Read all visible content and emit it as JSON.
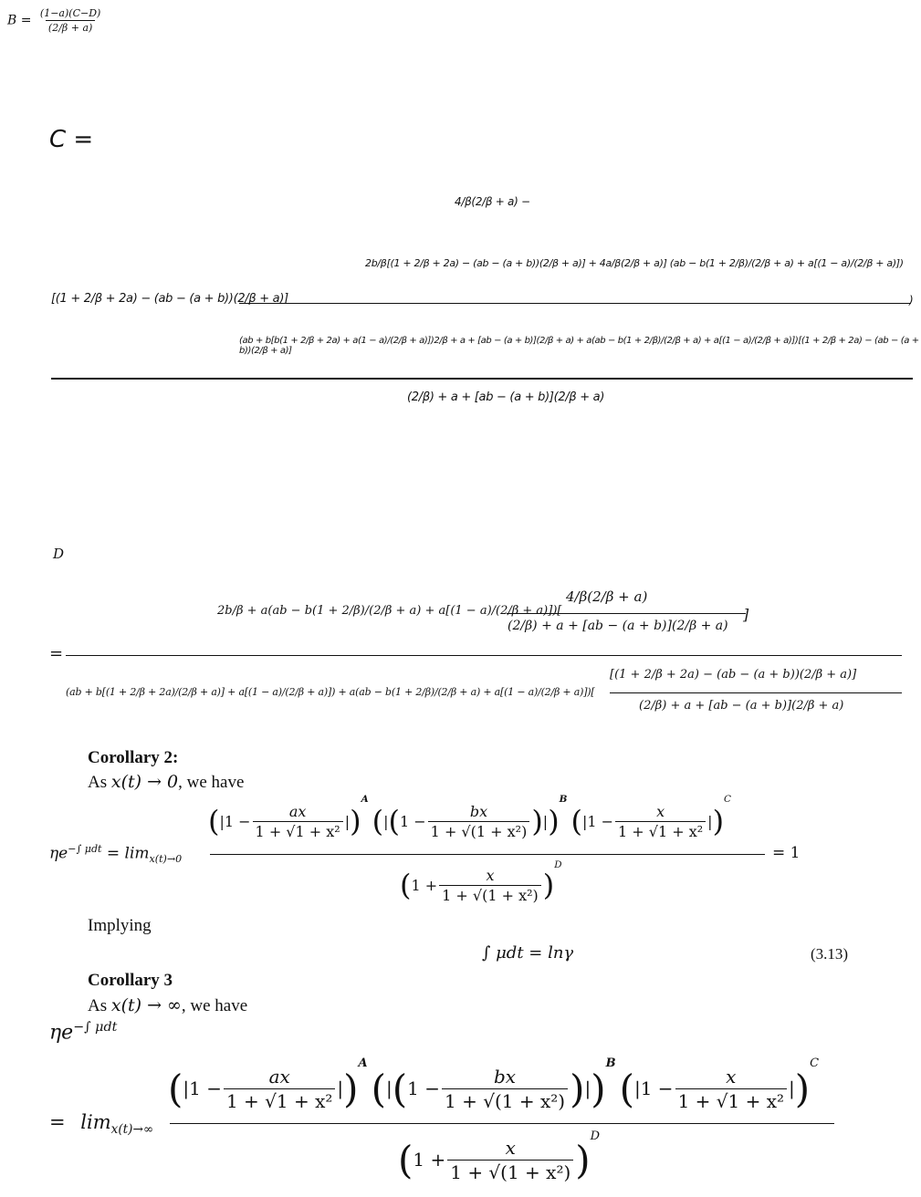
{
  "eq_B": {
    "lhs": "B =",
    "num": "(1−a)(C−D)",
    "den": "(2/β + a)"
  },
  "eq_C": {
    "lhs": "C =",
    "line1": "4/β(2/β + a) −",
    "line2": "2b/β[(1 + 2/β + 2a) − (ab − (a + b))(2/β + a)] + 4a/β(2/β + a)] (ab − b(1 + 2/β)/(2/β + a) + a[(1 − a)/(2/β + a)])",
    "left_factor": "[(1 + 2/β + 2a) − (ab − (a + b))(2/β + a)]",
    "line3": "(ab + b[b(1 + 2/β + 2a) + a(1 − a)/(2/β + a)])2/β + a + [ab − (a + b)](2/β + a) + a(ab − b(1 + 2/β)/(2/β + a) + a[(1 − a)/(2/β + a)])[(1 + 2/β + 2a) − (ab − (a + b))(2/β + a)]",
    "close": ")",
    "denominator": "(2/β) + a + [ab − (a + b)](2/β + a)"
  },
  "eq_D": {
    "lhs": "D",
    "eq": "=",
    "num_left": "2b/β + a(ab − b(1 + 2/β)/(2/β + a) + a[(1 − a)/(2/β + a)])[",
    "num_frac_top": "4/β(2/β + a)",
    "num_frac_bot": "(2/β) + a + [ab − (a + b)](2/β + a)",
    "num_close": "]",
    "den_left": "(ab + b[(1 + 2/β + 2a)/(2/β + a)] + a[(1 − a)/(2/β + a)]) + a(ab − b(1 + 2/β)/(2/β + a) + a[(1 − a)/(2/β + a)])[",
    "den_frac_top": "[(1 + 2/β + 2a) − (ab − (a + b))(2/β + a)]",
    "den_frac_bot": "(2/β) + a + [ab − (a + b)](2/β + a)"
  },
  "corollary2": {
    "heading": "Corollary 2:",
    "as_text": "As",
    "condition": "x(t) → 0",
    "tail": ", we have",
    "lhs": "ηe",
    "lhs_sup": "−∫ μdt",
    "eq": "=",
    "lim": "lim",
    "lim_sub": "x(t)→0",
    "num_t1": "ax",
    "num_t1_den": "1 + √1 + x²",
    "num_t2": "bx",
    "num_t2_den": "1 + √(1 + x²)",
    "num_t3": "x",
    "num_t3_den": "1 + √1 + x²",
    "exp_A": "A",
    "exp_B": "B",
    "exp_C": "C",
    "den_x": "x",
    "den_x_den": "1 + √(1 + x²)",
    "exp_D": "D",
    "result": "= 1",
    "implying": "Implying",
    "implied_eq": "∫ μdt = lnγ",
    "eq_number": "(3.13)"
  },
  "corollary3": {
    "heading": "Corollary 3",
    "as_text": "As",
    "condition": "x(t) → ∞",
    "tail": ", we have",
    "lhs": "ηe",
    "lhs_sup": "−∫ μdt",
    "eq": "=",
    "lim": "lim",
    "lim_sub": "x(t)→∞",
    "num_t1": "ax",
    "num_t1_den": "1 + √1 + x²",
    "num_t2": "bx",
    "num_t2_den": "1 + √(1 + x²)",
    "num_t3": "x",
    "num_t3_den": "1 + √1 + x²",
    "exp_A": "A",
    "exp_B": "B",
    "exp_C": "C",
    "den_x": "x",
    "den_x_den": "1 + √(1 + x²)",
    "exp_D": "D"
  }
}
